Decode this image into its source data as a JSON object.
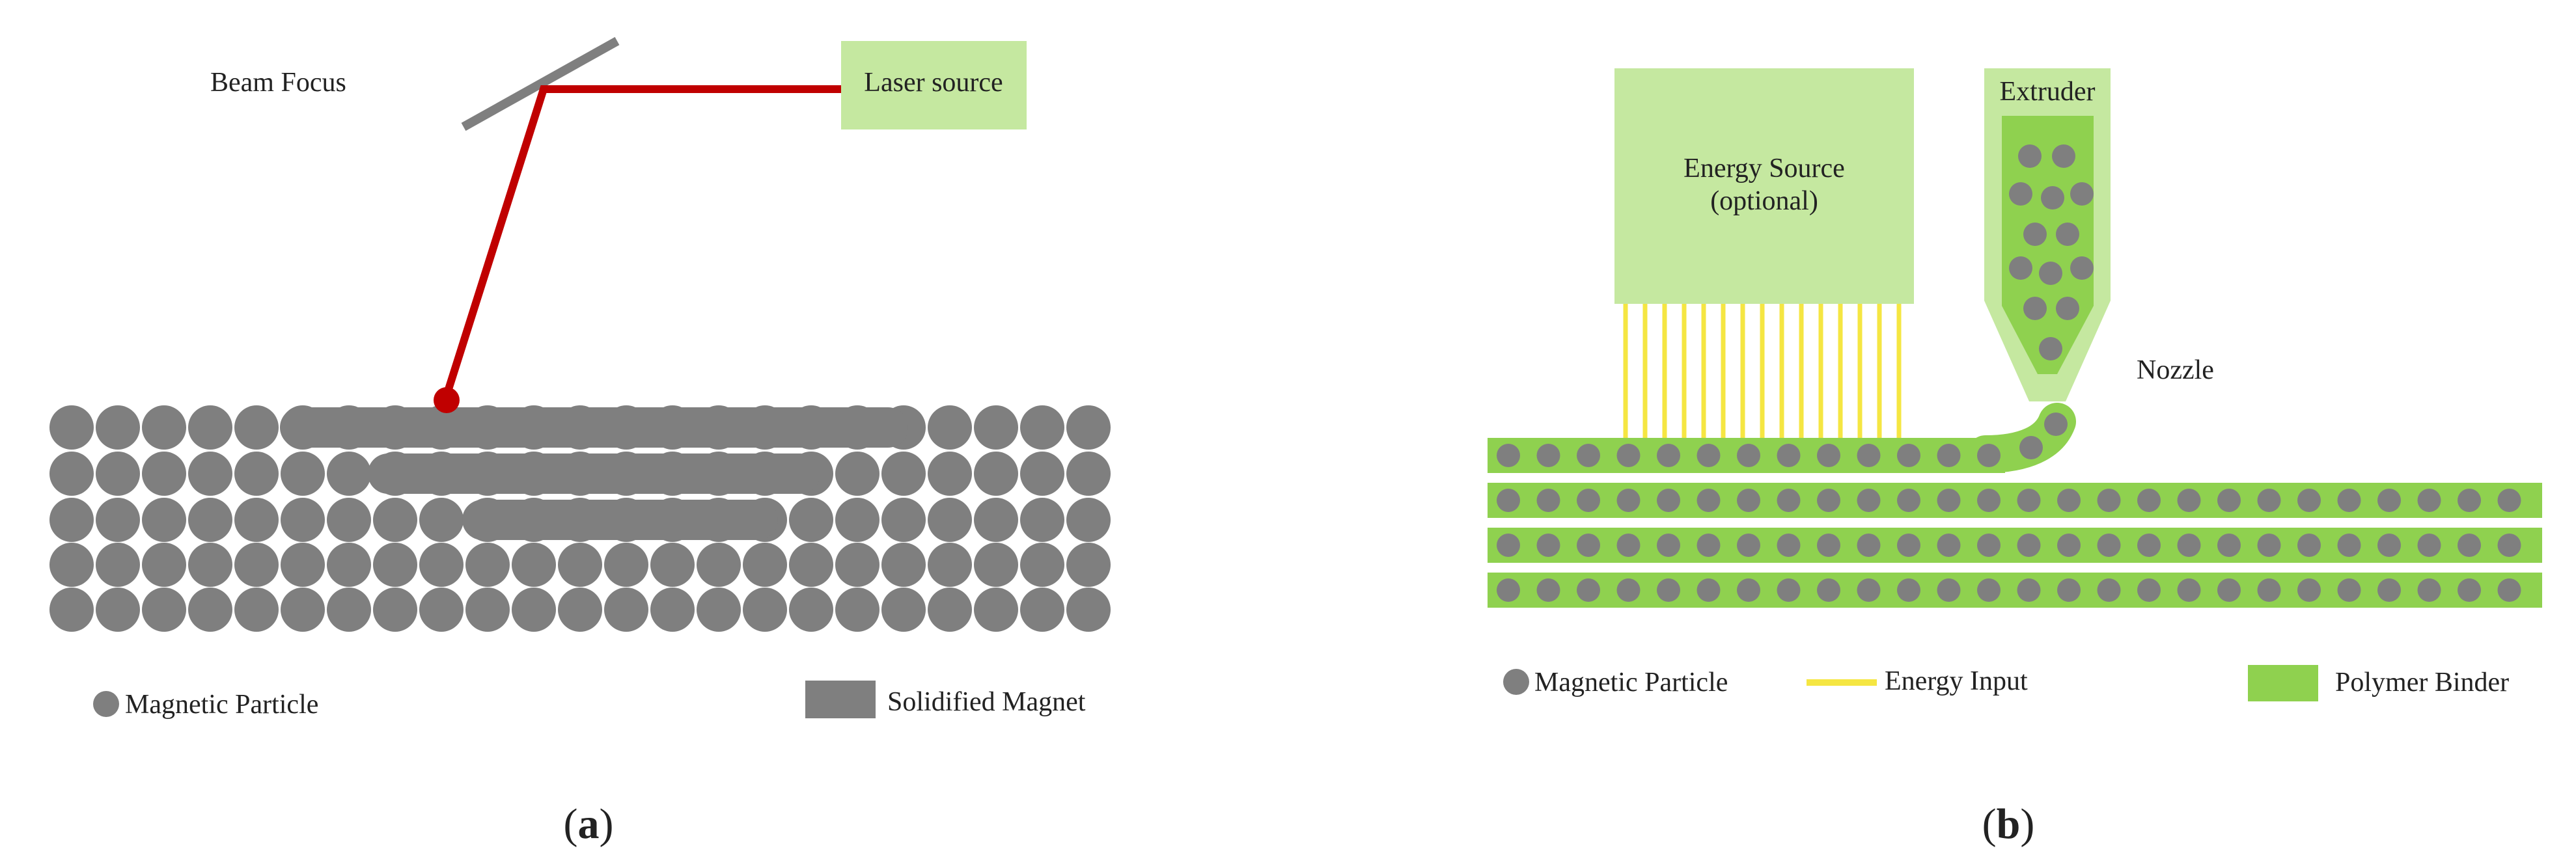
{
  "panel_a": {
    "beam_focus_label": "Beam Focus",
    "laser_source_label": "Laser source",
    "legend": {
      "particle_label": "Magnetic Particle",
      "solid_label": "Solidified Magnet"
    },
    "caption_prefix": "(",
    "caption_letter": "a",
    "caption_suffix": ")"
  },
  "panel_b": {
    "energy_source_line1": "Energy Source",
    "energy_source_line2": "(optional)",
    "extruder_label": "Extruder",
    "nozzle_label": "Nozzle",
    "legend": {
      "particle_label": "Magnetic Particle",
      "energy_label": "Energy Input",
      "binder_label": "Polymer Binder"
    },
    "caption_prefix": "(",
    "caption_letter": "b",
    "caption_suffix": ")"
  },
  "colors": {
    "particle": "#7f7f7f",
    "laser_beam": "#c00000",
    "source_box": "#c5e8a0",
    "binder": "#8fd14f",
    "energy_input": "#f5e642"
  }
}
